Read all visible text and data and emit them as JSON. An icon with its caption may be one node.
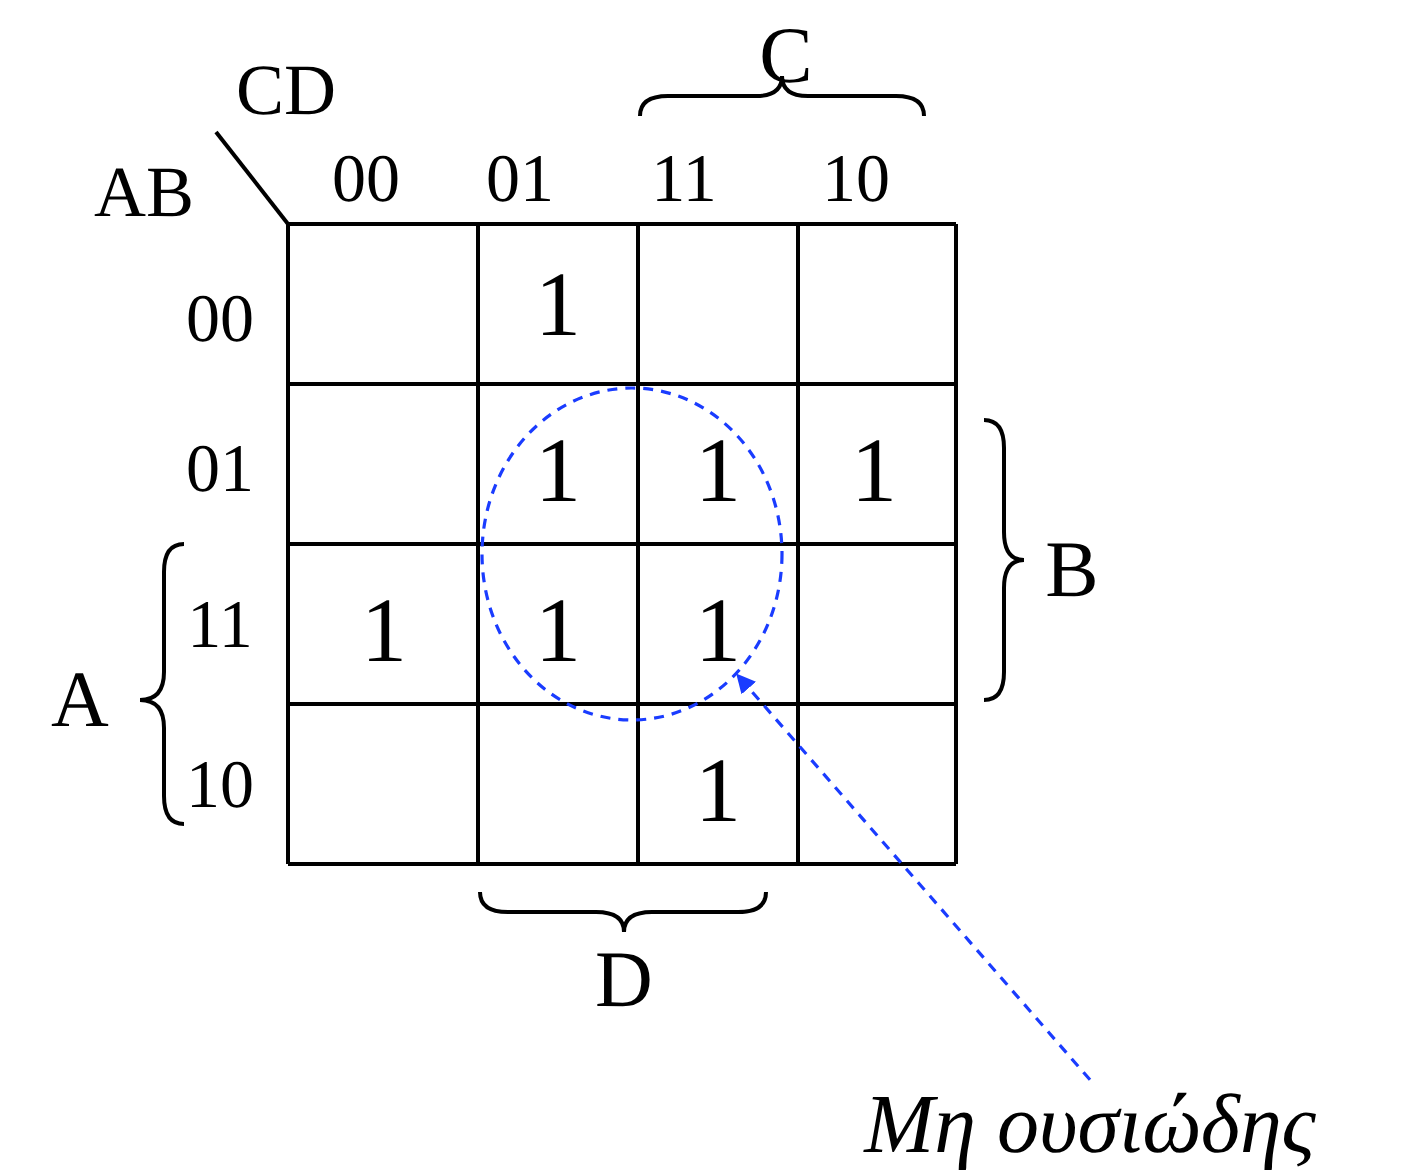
{
  "diagram": {
    "nodes": [
      {
        "text": [
          "Μη ουσιώδης"
        ]
      },
      {
        "text": [],
        "shape": "circle"
      }
    ],
    "edges": [
      {
        "from": 0,
        "to": 1,
        "arrow": "to",
        "style": "dashed",
        "color": "#1a3cff"
      }
    ],
    "labels": [
      "CD",
      "AB",
      "C",
      "00",
      "01",
      "11",
      "10",
      "00",
      "1",
      "01",
      "1",
      "1",
      "1",
      "B",
      "A",
      "11",
      "1",
      "1",
      "1",
      "10",
      "1",
      "D"
    ]
  }
}
